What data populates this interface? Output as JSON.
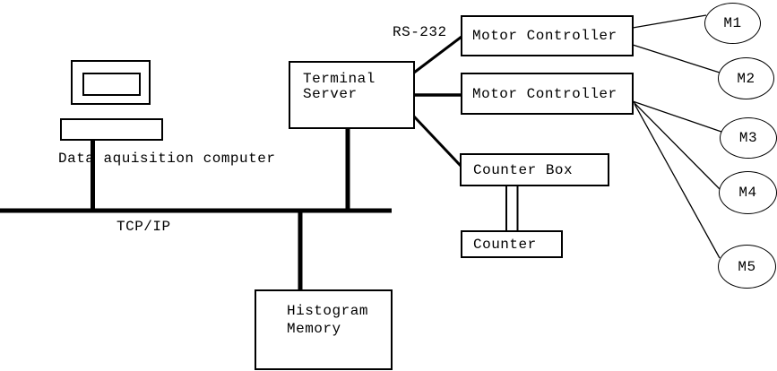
{
  "labels": {
    "rs232": "RS-232",
    "tcpip": "TCP/IP",
    "daq_caption": "Data aquisition computer"
  },
  "nodes": {
    "terminal_server": {
      "line1": "Terminal",
      "line2": "Server"
    },
    "motor_controller_1": {
      "label": "Motor Controller"
    },
    "motor_controller_2": {
      "label": "Motor Controller"
    },
    "counter_box": {
      "label": "Counter Box"
    },
    "counter": {
      "label": "Counter"
    },
    "histogram_memory": {
      "line1": "Histogram",
      "line2": "Memory"
    },
    "motors": [
      {
        "label": "M1"
      },
      {
        "label": "M2"
      },
      {
        "label": "M3"
      },
      {
        "label": "M4"
      },
      {
        "label": "M5"
      }
    ]
  },
  "colors": {
    "ink": "#000000",
    "background": "#ffffff"
  }
}
